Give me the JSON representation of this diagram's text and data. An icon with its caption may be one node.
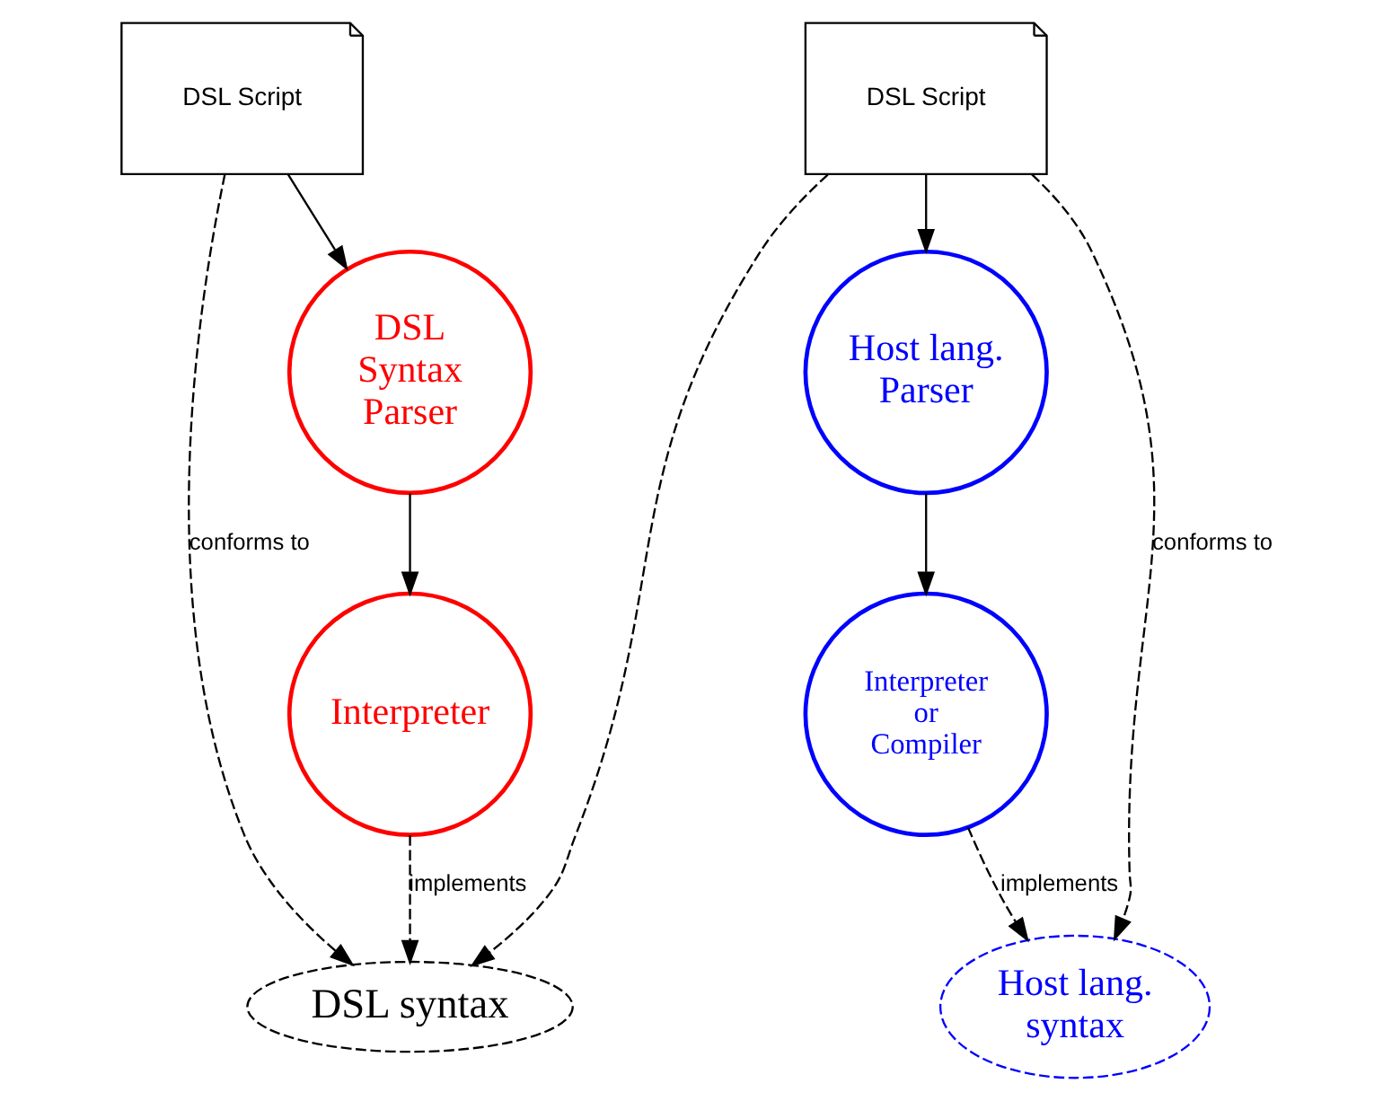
{
  "diagram": {
    "nodes": [
      {
        "text": [
          "DSL Script"
        ]
      },
      {
        "text": [
          "DSL Script"
        ]
      },
      {
        "text": [
          "DSL syntax"
        ]
      },
      {
        "text": [
          "DSL Syntax Parser"
        ]
      },
      {
        "text": [
          "Interpreter"
        ]
      },
      {
        "text": [
          "Host lang. Parser"
        ]
      },
      {
        "text": [
          "Host lang. syntax"
        ]
      },
      {
        "text": [
          "Interpreter or Compiler"
        ]
      }
    ],
    "edges": [
      {
        "from": 0,
        "to": 3,
        "arrow": "to"
      },
      {
        "from": 3,
        "to": 4,
        "arrow": "to"
      },
      {
        "from": 0,
        "to": 2,
        "arrow": "to",
        "style": "dashed",
        "label": "conforms to"
      },
      {
        "from": 1,
        "to": 2,
        "arrow": "to",
        "style": "dashed"
      },
      {
        "from": 1,
        "to": 6,
        "arrow": "to",
        "style": "dashed",
        "label": "conforms to"
      },
      {
        "from": 1,
        "to": 5,
        "arrow": "to"
      },
      {
        "from": 5,
        "to": 7,
        "arrow": "to"
      },
      {
        "from": 4,
        "to": 2,
        "arrow": "to",
        "style": "dashed",
        "label": "implements"
      },
      {
        "from": 7,
        "to": 6,
        "arrow": "to",
        "style": "dashed",
        "label": "implements"
      }
    ]
  }
}
